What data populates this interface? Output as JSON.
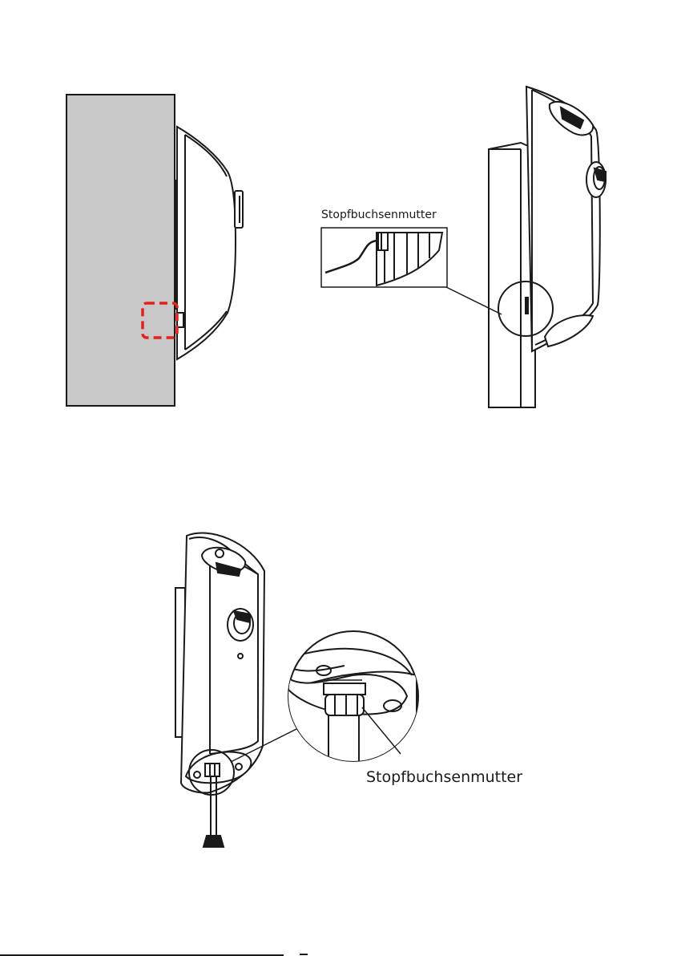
{
  "diagram": {
    "labels": {
      "gland_nut_top": "Stopfbuchsenmutter",
      "gland_nut_bottom": "Stopfbuchsenmutter"
    },
    "colors": {
      "wall": "#c8c8c8",
      "highlight": "#e2231a",
      "line": "#1a1a1a"
    },
    "icons": {
      "wall_mount_view": "wallbox-side-view",
      "pole_mount_view": "wallbox-pole-view",
      "gland_detail_view": "cable-gland-detail"
    }
  }
}
